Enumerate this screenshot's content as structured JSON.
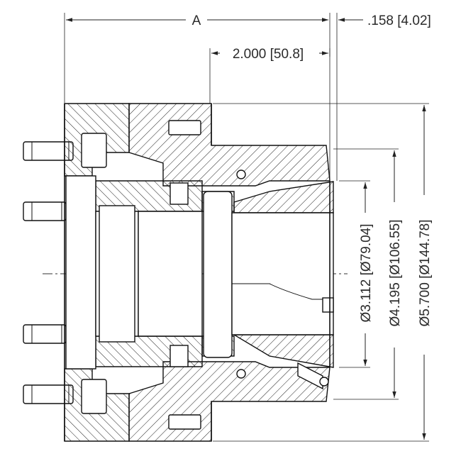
{
  "dimensions": {
    "overall_length": "A",
    "lip_offset": ".158 [4.02]",
    "nose_length": "2.000 [50.8]",
    "bore_diameter": "Ø3.112 [Ø79.04]",
    "nose_diameter": "Ø4.195 [Ø106.55]",
    "flange_diameter": "Ø5.700 [Ø144.78]"
  },
  "colors": {
    "line": "#111111",
    "text": "#2a2a2a",
    "background": "#ffffff"
  }
}
